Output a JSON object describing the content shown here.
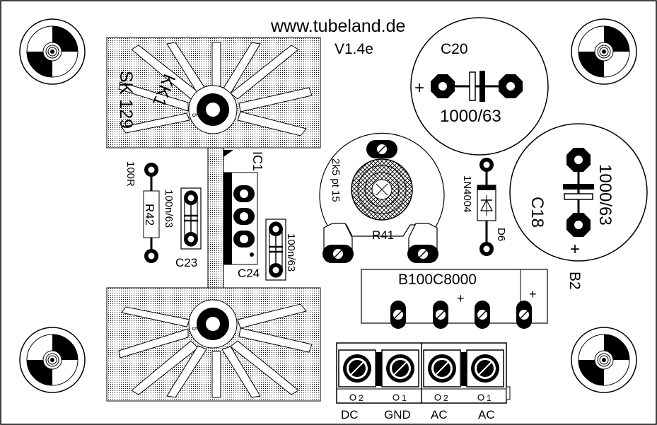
{
  "header": {
    "url": "www.tubeland.de",
    "version": "V1.4e"
  },
  "heatsinks": {
    "top_label_1": "KK1",
    "top_label_2": "SK 129"
  },
  "regulator": {
    "ref": "IC1"
  },
  "resistor_r42": {
    "value": "100R",
    "ref": "R42"
  },
  "cap_c23": {
    "value": "100n/63",
    "ref": "C23"
  },
  "cap_c24": {
    "value": "100n/63",
    "ref": "C24"
  },
  "pot_r41": {
    "value": "2k5 pt 15",
    "ref": "R41"
  },
  "cap_c20": {
    "ref": "C20",
    "value": "1000/63",
    "plus": "+"
  },
  "cap_c18": {
    "ref": "C18",
    "value": "1000/63",
    "plus": "+"
  },
  "diode_d6": {
    "part": "1N4004",
    "ref": "D6"
  },
  "bridge_b2": {
    "part": "B100C8000",
    "ref": "B2",
    "plus": "+"
  },
  "terminals": [
    {
      "label": "DC",
      "pin": "2"
    },
    {
      "label": "GND",
      "pin": "1"
    },
    {
      "label": "AC",
      "pin": "2"
    },
    {
      "label": "AC",
      "pin": "1"
    }
  ]
}
